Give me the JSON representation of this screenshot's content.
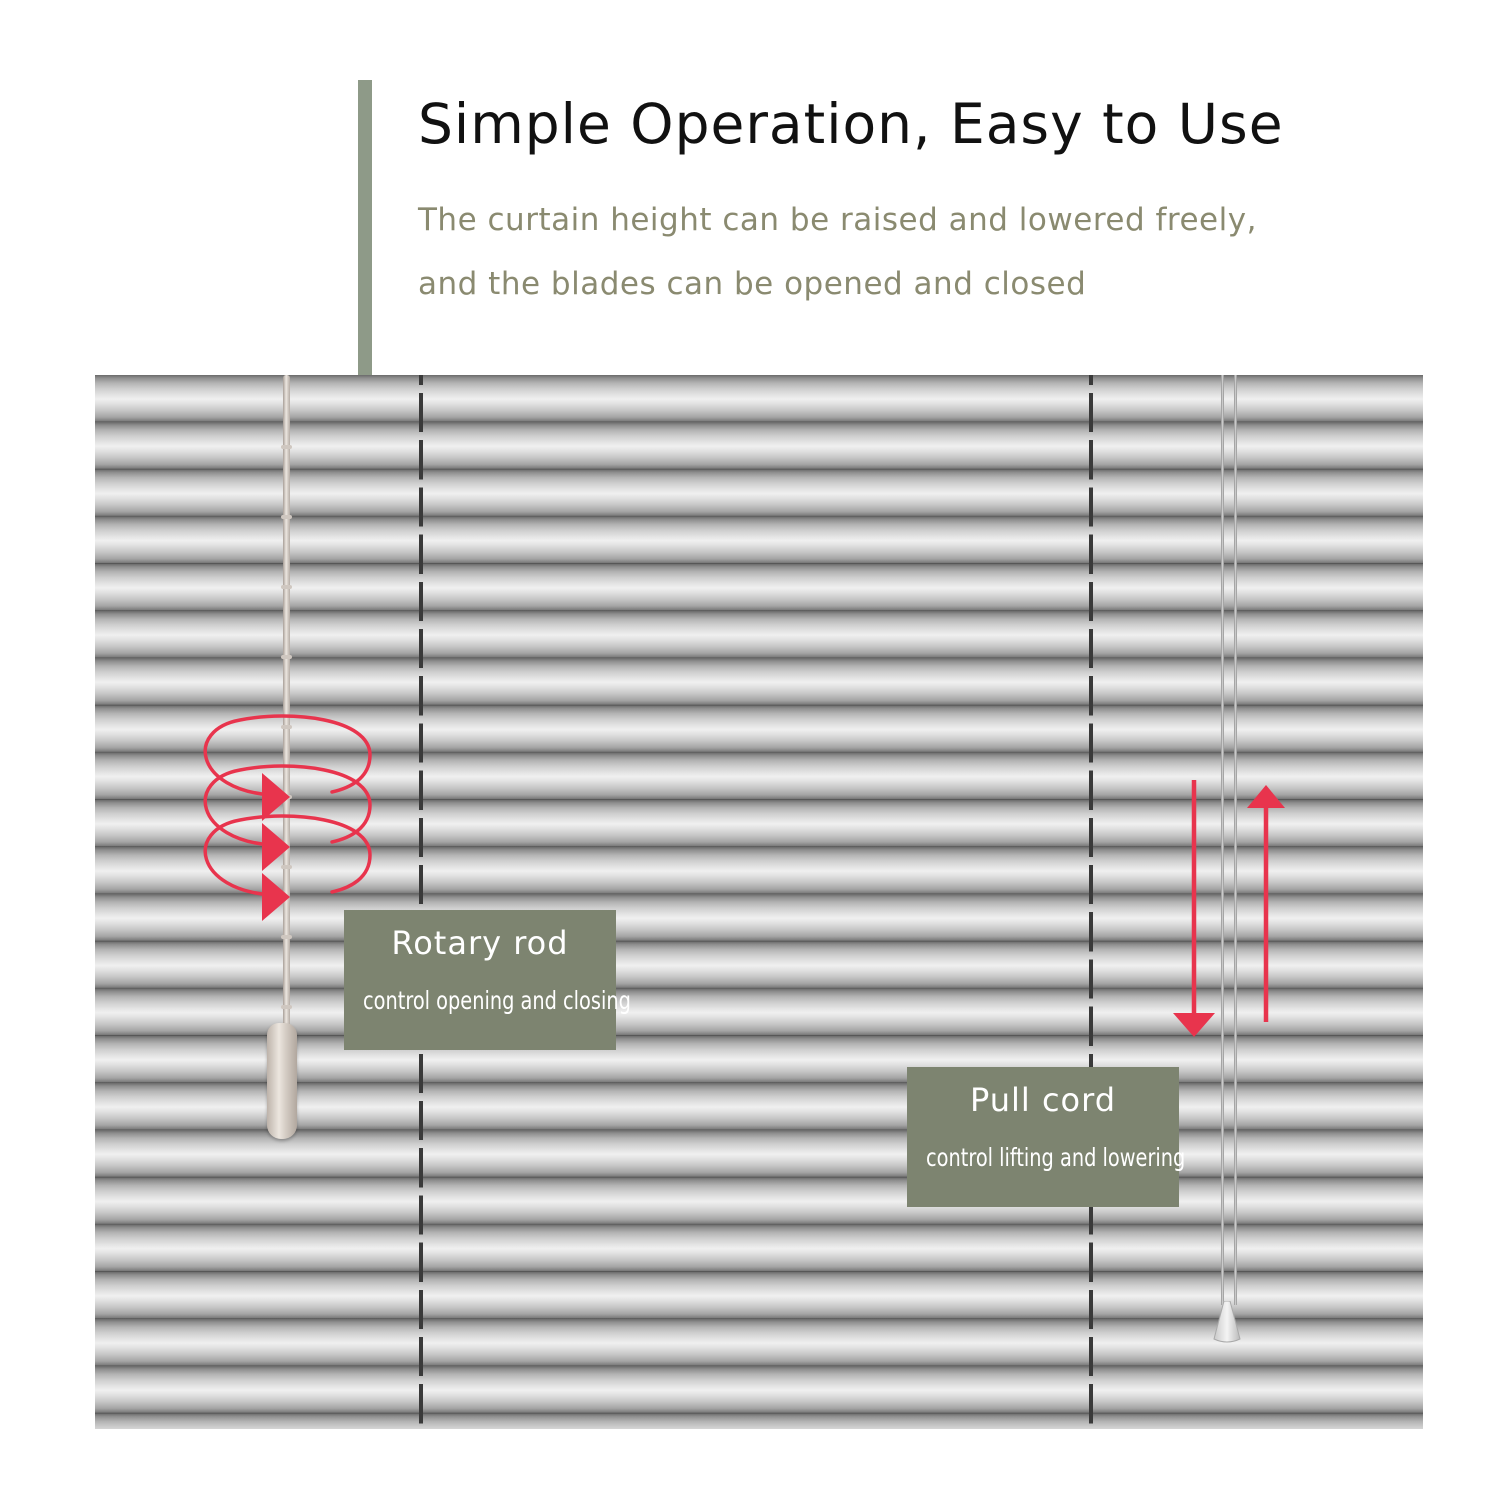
{
  "header": {
    "title": "Simple Operation, Easy to Use",
    "subtitle_line1": "The curtain height can be raised and lowered freely,",
    "subtitle_line2": "and the blades can be opened and closed"
  },
  "labels": {
    "rotary": {
      "title": "Rotary rod",
      "description": "control opening and closing"
    },
    "pull": {
      "title": "Pull cord",
      "description": "control lifting and lowering"
    }
  },
  "icons": {
    "rotation": "rotation-arrows-icon",
    "down": "arrow-down-icon",
    "up": "arrow-up-icon"
  },
  "colors": {
    "accent": "#8e9a88",
    "label_bg": "#7d8470",
    "subtitle_text": "#8a8a70",
    "arrow_red": "#e8344d"
  }
}
